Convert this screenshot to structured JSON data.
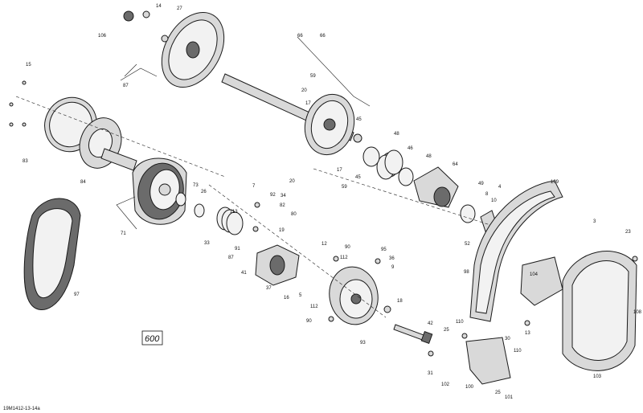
{
  "diagram": {
    "model_box_label": "600",
    "drawing_code": "19M1412-13-14a",
    "callouts": [
      "14",
      "27",
      "106",
      "87",
      "66",
      "15",
      "59",
      "20",
      "17",
      "45",
      "48",
      "46",
      "83",
      "84",
      "48",
      "64",
      "73",
      "26",
      "20",
      "17",
      "59",
      "45",
      "66",
      "109",
      "4",
      "49",
      "8",
      "10",
      "71",
      "7",
      "92",
      "34",
      "82",
      "113",
      "80",
      "3",
      "23",
      "52",
      "33",
      "19",
      "91",
      "97",
      "87",
      "41",
      "12",
      "90",
      "112",
      "95",
      "36",
      "9",
      "98",
      "104",
      "37",
      "16",
      "5",
      "112",
      "90",
      "93",
      "18",
      "42",
      "13",
      "108",
      "25",
      "110",
      "30",
      "110",
      "31",
      "102",
      "100",
      "25",
      "101",
      "103"
    ]
  }
}
